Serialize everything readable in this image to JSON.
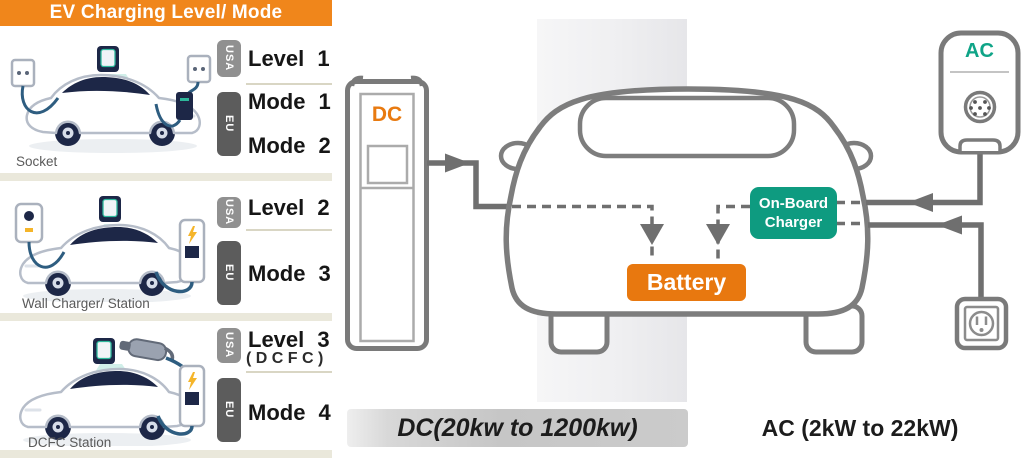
{
  "header": {
    "title": "EV Charging Level/ Mode"
  },
  "rows": [
    {
      "caption": "Socket",
      "illustration": "socket-home-charging-illustration",
      "badges": {
        "usa": "USA",
        "eu": "EU"
      },
      "usa_level": "Level 1",
      "eu_modes": [
        "Mode 1",
        "Mode 2"
      ]
    },
    {
      "caption": "Wall Charger/ Station",
      "illustration": "wall-charger-station-illustration",
      "badges": {
        "usa": "USA",
        "eu": "EU"
      },
      "usa_level": "Level 2",
      "eu_modes": [
        "Mode 3"
      ]
    },
    {
      "caption": "DCFC Station",
      "illustration": "dcfc-station-illustration",
      "badges": {
        "usa": "USA",
        "eu": "EU"
      },
      "usa_level": "Level 3",
      "usa_level_note": "( D C F C )",
      "eu_modes": [
        "Mode 4"
      ]
    }
  ],
  "diagram": {
    "dc_station": {
      "label": "DC"
    },
    "ac_charger": {
      "label": "AC"
    },
    "battery": {
      "label": "Battery"
    },
    "onboard_charger": {
      "line1": "On-Board",
      "line2": "Charger"
    },
    "dc_power_range": "DC(20kw to 1200kw)",
    "ac_power_range": "AC (2kW to 22kW)"
  },
  "icons": {
    "ac_connector": "type2-connector-icon",
    "wall_outlet": "power-outlet-icon",
    "dc_station_screen": "charger-screen-icon",
    "smart_app": "smart-charging-app-icon"
  },
  "colors": {
    "banner_orange": "#F0861B",
    "battery_orange": "#E8780F",
    "teal": "#0E9B80",
    "usa_badge_gray": "#909090",
    "eu_badge_gray": "#5C5C5C",
    "wire_gray": "#6F6F6F",
    "outline_gray": "#7D7D7D",
    "divider_beige": "#EAE8DB"
  }
}
